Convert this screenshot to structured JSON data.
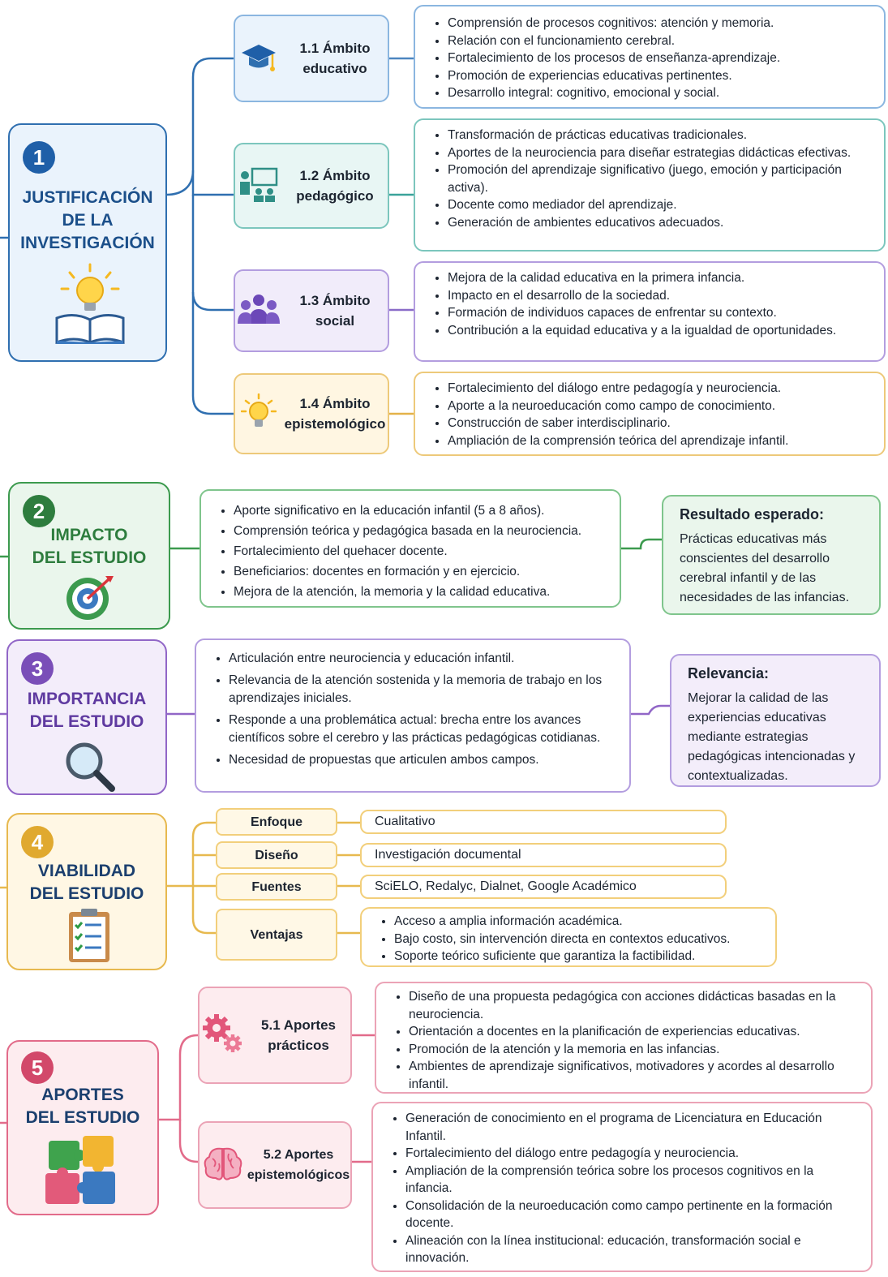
{
  "colors": {
    "blue": "#2f6fb0",
    "teal": "#3aa39a",
    "purple": "#8a6cc8",
    "amber": "#e3b24a",
    "green": "#3c9a4e",
    "violet": "#9166c7",
    "gold": "#e7b94f",
    "pink": "#e26b8a"
  },
  "s1": {
    "num": "1",
    "title": [
      "JUSTIFICACIÓN",
      "DE LA",
      "INVESTIGACIÓN"
    ],
    "icon": "lightbulb-book-icon",
    "subs": [
      {
        "label": [
          "1.1 Ámbito",
          "educativo"
        ],
        "icon": "graduation-cap-icon",
        "items": [
          "Comprensión de procesos cognitivos: atención y memoria.",
          "Relación con el funcionamiento cerebral.",
          "Fortalecimiento de los procesos de enseñanza-aprendizaje.",
          "Promoción de experiencias educativas pertinentes.",
          "Desarrollo integral: cognitivo, emocional y social."
        ]
      },
      {
        "label": [
          "1.2 Ámbito",
          "pedagógico"
        ],
        "icon": "teacher-board-icon",
        "items": [
          "Transformación de prácticas educativas tradicionales.",
          "Aportes de la neurociencia para diseñar estrategias didácticas efectivas.",
          "Promoción del aprendizaje significativo (juego, emoción y participación activa).",
          "Docente como mediador del aprendizaje.",
          "Generación de ambientes educativos adecuados."
        ]
      },
      {
        "label": [
          "1.3 Ámbito",
          "social"
        ],
        "icon": "people-group-icon",
        "items": [
          "Mejora de la calidad educativa en la primera infancia.",
          "Impacto en el desarrollo de la sociedad.",
          "Formación de individuos capaces de enfrentar su contexto.",
          "Contribución a la equidad educativa y a la igualdad de oportunidades."
        ]
      },
      {
        "label": [
          "1.4 Ámbito",
          "epistemológico"
        ],
        "icon": "lightbulb-icon",
        "items": [
          "Fortalecimiento del diálogo entre pedagogía y neurociencia.",
          "Aporte a la neuroeducación como campo de conocimiento.",
          "Construcción de saber interdisciplinario.",
          "Ampliación de la comprensión teórica del aprendizaje infantil."
        ]
      }
    ]
  },
  "s2": {
    "num": "2",
    "title": [
      "IMPACTO",
      "DEL ESTUDIO"
    ],
    "icon": "target-icon",
    "items": [
      "Aporte significativo en la educación infantil (5 a 8 años).",
      "Comprensión teórica y pedagógica basada en la neurociencia.",
      "Fortalecimiento del quehacer docente.",
      "Beneficiarios: docentes en formación y en ejercicio.",
      "Mejora de la atención, la memoria y la calidad educativa."
    ],
    "side_title": "Resultado esperado:",
    "side_body": "Prácticas educativas más conscientes del desarrollo cerebral infantil y de las necesidades de las infancias."
  },
  "s3": {
    "num": "3",
    "title": [
      "IMPORTANCIA",
      "DEL ESTUDIO"
    ],
    "icon": "magnifier-icon",
    "items": [
      "Articulación entre neurociencia y educación infantil.",
      "Relevancia de la atención sostenida y la memoria de trabajo en los aprendizajes iniciales.",
      "Responde a una problemática actual: brecha entre los avances científicos sobre el cerebro y las prácticas pedagógicas cotidianas.",
      "Necesidad de propuestas que articulen ambos campos."
    ],
    "side_title": "Relevancia:",
    "side_body": "Mejorar la calidad de las experiencias educativas mediante estrategias pedagógicas intencionadas y contextualizadas."
  },
  "s4": {
    "num": "4",
    "title": [
      "VIABILIDAD",
      "DEL ESTUDIO"
    ],
    "icon": "checklist-clipboard-icon",
    "rows": [
      {
        "label": "Enfoque",
        "value": "Cualitativo"
      },
      {
        "label": "Diseño",
        "value": "Investigación documental"
      },
      {
        "label": "Fuentes",
        "value": "SciELO, Redalyc, Dialnet, Google Académico"
      }
    ],
    "ventajas_label": "Ventajas",
    "ventajas": [
      "Acceso a amplia información académica.",
      "Bajo costo, sin intervención directa en contextos educativos.",
      "Soporte teórico suficiente que garantiza la factibilidad."
    ]
  },
  "s5": {
    "num": "5",
    "title": [
      "APORTES",
      "DEL ESTUDIO"
    ],
    "icon": "puzzle-pieces-icon",
    "subs": [
      {
        "label": [
          "5.1 Aportes",
          "prácticos"
        ],
        "icon": "gears-icon",
        "items": [
          "Diseño de una propuesta pedagógica con acciones didácticas basadas en la neurociencia.",
          "Orientación a docentes en la planificación de experiencias educativas.",
          "Promoción de la atención y la memoria en las infancias.",
          "Ambientes de aprendizaje significativos, motivadores y acordes al desarrollo infantil."
        ]
      },
      {
        "label": [
          "5.2 Aportes",
          "epistemológicos"
        ],
        "icon": "brain-icon",
        "items": [
          "Generación de conocimiento en el programa de Licenciatura en Educación Infantil.",
          "Fortalecimiento del diálogo entre pedagogía y neurociencia.",
          "Ampliación de la comprensión teórica sobre los procesos cognitivos en la infancia.",
          "Consolidación de la neuroeducación como campo pertinente en la formación docente.",
          "Alineación con la línea institucional: educación, transformación social e innovación."
        ]
      }
    ]
  }
}
